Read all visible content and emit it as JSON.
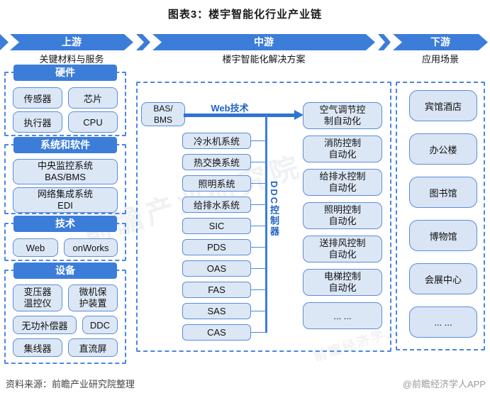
{
  "title": "图表3：楼宇智能化行业产业链",
  "stages": [
    {
      "label": "上游",
      "subtitle": "关键材料与服务"
    },
    {
      "label": "中游",
      "subtitle": "楼宇智能化解决方案"
    },
    {
      "label": "下游",
      "subtitle": "应用场景"
    }
  ],
  "upstream": {
    "sections": [
      {
        "title": "硬件",
        "items": [
          "传感器",
          "芯片",
          "执行器",
          "CPU"
        ]
      },
      {
        "title": "系统和软件",
        "items": [
          "中央监控系统\nBAS/BMS",
          "网络集成系统\nEDI"
        ]
      },
      {
        "title": "技术",
        "items": [
          "Web",
          "onWorks"
        ]
      },
      {
        "title": "设备",
        "items": [
          "变压器\n温控仪",
          "微机保\n护装置",
          "无功补偿器",
          "DDC",
          "集线器",
          "直流屏"
        ]
      }
    ]
  },
  "midstream": {
    "bas_box": "BAS/\nBMS",
    "web_label": "Web技术",
    "ddc_label": "DDC控制器",
    "systems": [
      "冷水机系统",
      "热交换系统",
      "照明系统",
      "给排水系统",
      "SIC",
      "PDS",
      "OAS",
      "FAS",
      "SAS",
      "CAS"
    ],
    "automation": [
      "空气调节控\n制自动化",
      "消防控制\n自动化",
      "给排水控制\n自动化",
      "照明控制\n自动化",
      "送排风控制\n自动化",
      "电梯控制\n自动化",
      "... ..."
    ]
  },
  "downstream": {
    "scenes": [
      "宾馆酒店",
      "办公楼",
      "图书馆",
      "博物馆",
      "会展中心",
      "... ..."
    ]
  },
  "footer": {
    "source": "资料来源：前瞻产业研究院整理",
    "credit": "@前瞻经济学人APP"
  },
  "watermarks": [
    "前瞻产业研究院",
    "前瞻经济学人"
  ],
  "colors": {
    "accent": "#3c7dd9",
    "arrow": "#2e74d4",
    "box_fill": "#dce7f6",
    "box_border": "#5b8cd9",
    "dashed_border": "#4a86e8"
  }
}
